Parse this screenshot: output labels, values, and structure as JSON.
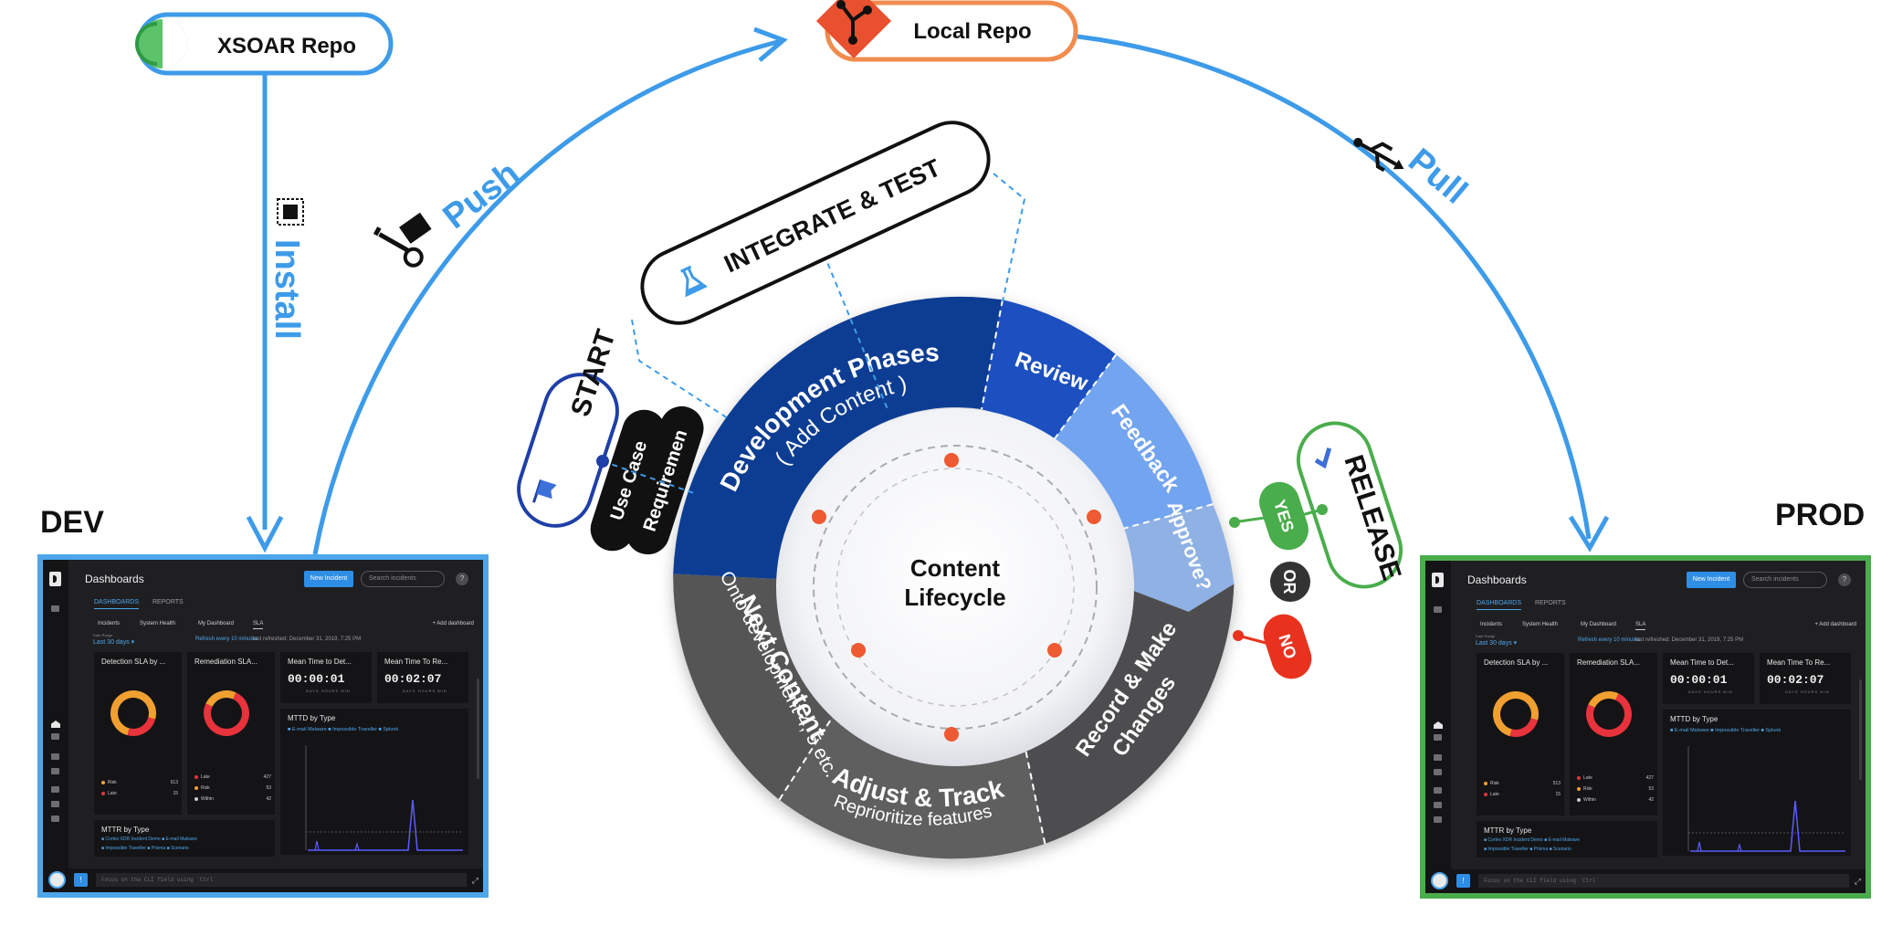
{
  "nodes": {
    "xsoar_repo": "XSOAR Repo",
    "local_repo": "Local Repo",
    "dev": "DEV",
    "prod": "PROD"
  },
  "flows": {
    "install": "Install",
    "push": "Push",
    "pull": "Pull"
  },
  "lifecycle": {
    "center_title_line1": "Content",
    "center_title_line2": "Lifecycle",
    "integrate_test": "INTEGRATE & TEST",
    "start": "START",
    "use_case": "Use Case",
    "requirement": "Requiremen",
    "release": "RELEASE",
    "yes": "YES",
    "or": "OR",
    "no": "NO",
    "segments": {
      "development_phases": "Development Phases",
      "development_sub": "( Add Content )",
      "review": "Review",
      "feedback": "Feedback",
      "approve": "Approve?",
      "record_changes_1": "Record & Make",
      "record_changes_2": "Changes",
      "adjust_track": "Adjust & Track",
      "adjust_track_sub": "Reprioritize features",
      "next_content": "Next Content",
      "next_content_sub": "Onto development 4, 5 etc."
    }
  },
  "colors": {
    "flow_blue": "#3d9be9",
    "local_repo_orange": "#f08c4e",
    "git_red": "#e8502f",
    "dev_border": "#4ea6ea",
    "prod_border": "#4aad4c",
    "dark_blue": "#0f3c93",
    "mid_blue": "#1b50c0",
    "light_blue": "#72a4ef",
    "pale_blue": "#8fb1e3",
    "dark_grey": "#555555",
    "yes_green": "#4aad4c",
    "no_red": "#e8321e"
  },
  "dashboard": {
    "title": "Dashboards",
    "new_incident": "New Incident",
    "search_placeholder": "Search incidents",
    "help": "?",
    "tabs": [
      "DASHBOARDS",
      "REPORTS"
    ],
    "subtabs": [
      "Incidents",
      "System Health",
      "My Dashboard",
      "SLA"
    ],
    "add_dashboard": "+ Add dashboard",
    "date_range_label": "Date Range",
    "date_range": "Last 30 days ▾",
    "refresh": "Refresh every 10 minutes",
    "last_refreshed": "last refreshed: December 31, 2019, 7:25 PM",
    "cards": {
      "detection": "Detection SLA by ...",
      "remediation": "Remediation SLA...",
      "mttd_title": "Mean Time to Det...",
      "mttr_title": "Mean Time To Re...",
      "mttd_value": "00:00:01",
      "mttr_value": "00:02:07",
      "timer_units": "DAYS  HOURS  MIN",
      "mttd_type": "MTTD by Type",
      "mttd_legend": "■ E-mail Malware  ■ Impossible Traveller  ■ Splunk",
      "mttr_type": "MTTR by Type",
      "mttr_legend_1": "■ Cortex XDR Incident Demo  ■ E-mail Malware",
      "mttr_legend_2": "■ Impossible Traveller  ■ Prisma  ■ Scenario"
    },
    "detection_legend": [
      {
        "label": "Risk",
        "value": "513",
        "color": "#f0a030"
      },
      {
        "label": "Late",
        "value": "15",
        "color": "#e8323c"
      }
    ],
    "remediation_legend": [
      {
        "label": "Late",
        "value": "427",
        "color": "#e8323c"
      },
      {
        "label": "Risk",
        "value": "53",
        "color": "#f0a030"
      },
      {
        "label": "Within",
        "value": "42",
        "color": "#cccccc"
      }
    ],
    "cli_placeholder": "Focus on the CLI field using `Ctrl`",
    "cli_button": "!"
  }
}
